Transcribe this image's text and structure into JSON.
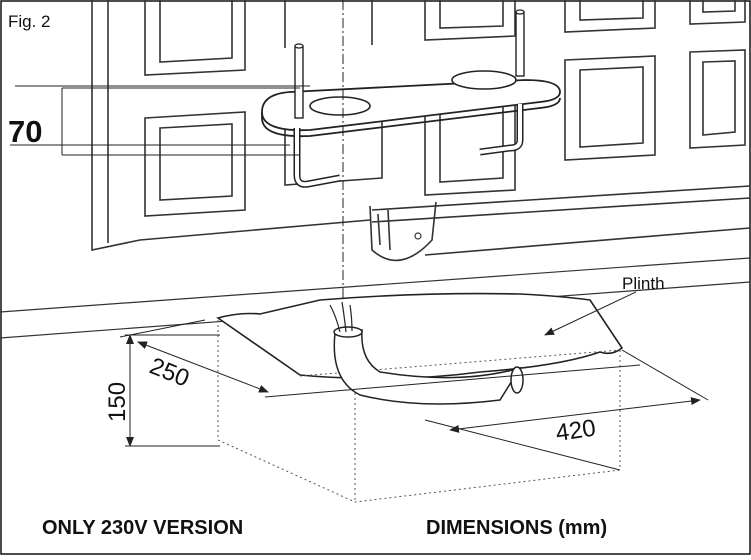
{
  "figure": {
    "label": "Fig. 2",
    "callout": "Plinth",
    "dimensions": {
      "plate_height": "70",
      "pit_depth": "150",
      "pit_width": "250",
      "pit_length": "420"
    }
  },
  "footer": {
    "left_note": "ONLY 230V VERSION",
    "right_note": "DIMENSIONS (mm)"
  }
}
